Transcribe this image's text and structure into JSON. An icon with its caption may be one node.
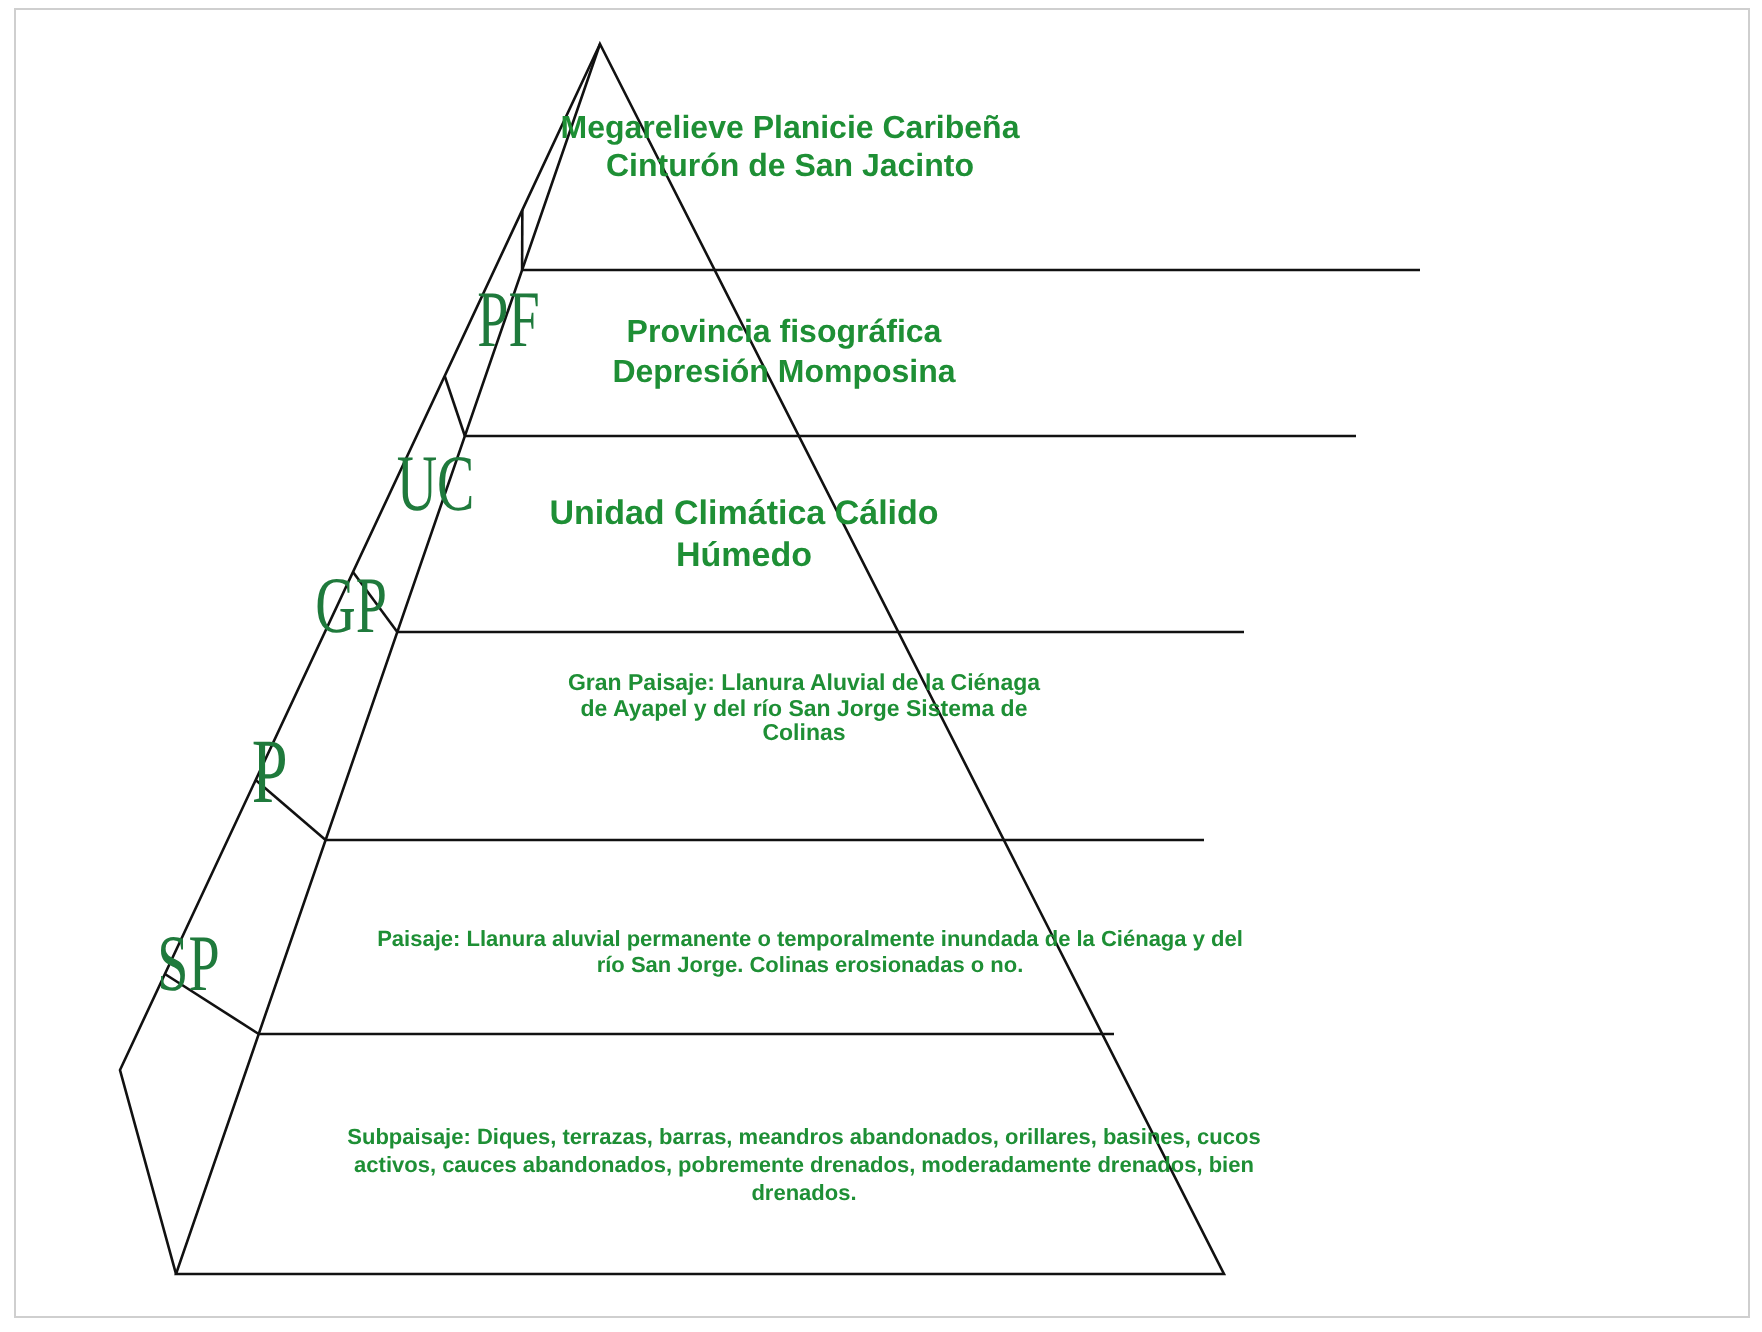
{
  "diagram": {
    "labels": [
      "Megarelieve Planicie Caribeña Cinturón de San Jacinto",
      "PF",
      "Provincia fisográfica Depresión Momposina",
      "UC",
      "Unidad Climática Cálido Húmedo",
      "GP",
      "Gran Paisaje: Llanura Aluvial de la Ciénaga de Ayapel y del río San Jorge Sistema de Colinas",
      "P",
      "Paisaje: Llanura aluvial permanente o temporalmente inundada de la Ciénaga y del río San Jorge. Colinas erosionadas o no.",
      "SP",
      "Subpaisaje: Diques, terrazas, barras, meandros abandonados, orillares, basines, cucos activos, cauces abandonados, pobremente drenados, moderadamente drenados, bien drenados."
    ]
  }
}
